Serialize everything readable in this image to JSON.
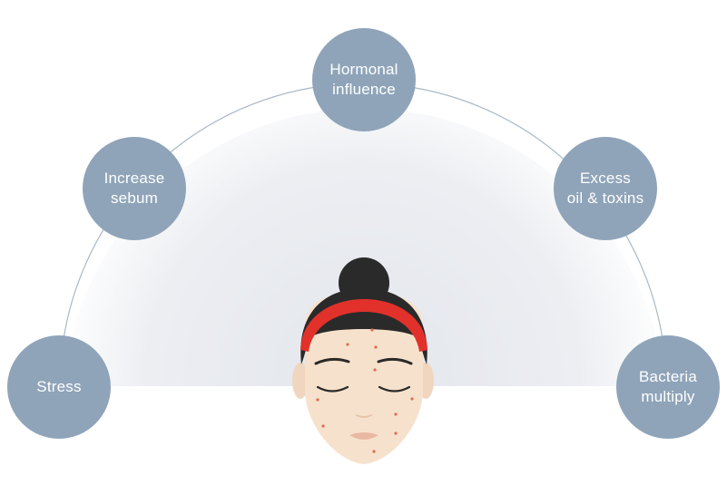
{
  "diagram": {
    "nodes": [
      {
        "id": "stress",
        "label": "Stress"
      },
      {
        "id": "sebum",
        "label": "Increase\nsebum"
      },
      {
        "id": "hormonal",
        "label": "Hormonal\ninfluence"
      },
      {
        "id": "excess",
        "label": "Excess\noil & toxins"
      },
      {
        "id": "bacteria",
        "label": "Bacteria\nmultiply"
      }
    ],
    "colors": {
      "node_fill": "#8fa4b9",
      "node_text": "#ffffff",
      "arc_line": "#a9b8c6",
      "dome_fill": "#e6e8ee",
      "skin": "#f6e2cc",
      "hair": "#2b2a2a",
      "headband": "#e2312b",
      "blemish": "#e46a55"
    },
    "illustration": "face-with-headband"
  }
}
